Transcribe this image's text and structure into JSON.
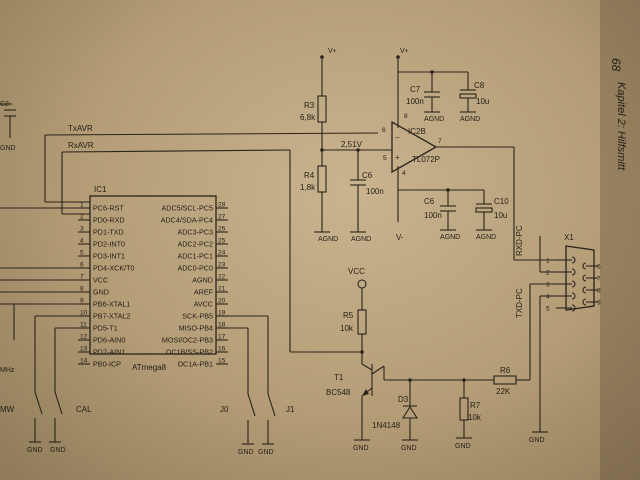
{
  "page": {
    "number": "68",
    "chapter": "Kapitel 2: Hilfsmitt"
  },
  "ic1": {
    "ref": "IC1",
    "part": "ATmega8",
    "left_pins": [
      {
        "num": "1",
        "name": "PC6-RST"
      },
      {
        "num": "2",
        "name": "PD0-RXD"
      },
      {
        "num": "3",
        "name": "PD1-TXD"
      },
      {
        "num": "4",
        "name": "PD2-INT0"
      },
      {
        "num": "5",
        "name": "PD3-INT1"
      },
      {
        "num": "6",
        "name": "PD4-XCK/T0"
      },
      {
        "num": "7",
        "name": "VCC"
      },
      {
        "num": "8",
        "name": "GND"
      },
      {
        "num": "9",
        "name": "PB6-XTAL1"
      },
      {
        "num": "10",
        "name": "PB7-XTAL2"
      },
      {
        "num": "11",
        "name": "PD5-T1"
      },
      {
        "num": "12",
        "name": "PD6-AIN0"
      },
      {
        "num": "13",
        "name": "PD7-AIN1"
      },
      {
        "num": "14",
        "name": "PB0-ICP"
      }
    ],
    "right_pins": [
      {
        "num": "28",
        "name": "ADC5/SCL-PC5"
      },
      {
        "num": "27",
        "name": "ADC4/SDA-PC4"
      },
      {
        "num": "26",
        "name": "ADC3-PC3"
      },
      {
        "num": "25",
        "name": "ADC2-PC2"
      },
      {
        "num": "24",
        "name": "ADC1-PC1"
      },
      {
        "num": "23",
        "name": "ADC0-PC0"
      },
      {
        "num": "22",
        "name": "AGND"
      },
      {
        "num": "21",
        "name": "AREF"
      },
      {
        "num": "20",
        "name": "AVCC"
      },
      {
        "num": "19",
        "name": "SCK-PB5"
      },
      {
        "num": "18",
        "name": "MISO-PB4"
      },
      {
        "num": "17",
        "name": "MOSI/OC2-PB3"
      },
      {
        "num": "16",
        "name": "OC1B/SS-PB2"
      },
      {
        "num": "15",
        "name": "OC1A-PB1"
      }
    ]
  },
  "nets": {
    "txavr": "TxAVR",
    "rxavr": "RxAVR",
    "rxd_pc": "RXD-PC",
    "txd_pc": "TXD-PC",
    "vref": "2,51V"
  },
  "opamp": {
    "ref": "IC2B",
    "part": "TL072P",
    "pin_plus": "5",
    "pin_minus": "6",
    "pin_out": "7",
    "pin_vp": "8",
    "pin_vn": "4",
    "vplus": "V+",
    "vminus": "V-"
  },
  "resistors": {
    "r3": {
      "ref": "R3",
      "value": "6,8k"
    },
    "r4": {
      "ref": "R4",
      "value": "1,8k"
    },
    "r5": {
      "ref": "R5",
      "value": "10k"
    },
    "r6": {
      "ref": "R6",
      "value": "22K"
    },
    "r7": {
      "ref": "R7",
      "value": "10k"
    }
  },
  "capacitors": {
    "c6a": {
      "ref": "C6",
      "value": "100n"
    },
    "c7": {
      "ref": "C7",
      "value": "100n"
    },
    "c8": {
      "ref": "C8",
      "value": "10u"
    },
    "c6b": {
      "ref": "C6",
      "value": "100n"
    },
    "c10": {
      "ref": "C10",
      "value": "10u"
    },
    "c2": {
      "ref": "C2"
    }
  },
  "transistor": {
    "ref": "T1",
    "part": "BC548"
  },
  "diode": {
    "ref": "D3",
    "part": "1N4148"
  },
  "connector": {
    "ref": "X1",
    "pins": [
      "1",
      "2",
      "3",
      "4",
      "5",
      "6",
      "7",
      "8",
      "9"
    ]
  },
  "supply": {
    "vplus": "V+",
    "vcc": "VCC",
    "agnd": "AGND",
    "gnd": "GND"
  },
  "switches": {
    "mw": "MW",
    "cal": "CAL",
    "j0": "J0",
    "j1": "J1"
  },
  "misc": {
    "mhz": "MHz"
  }
}
